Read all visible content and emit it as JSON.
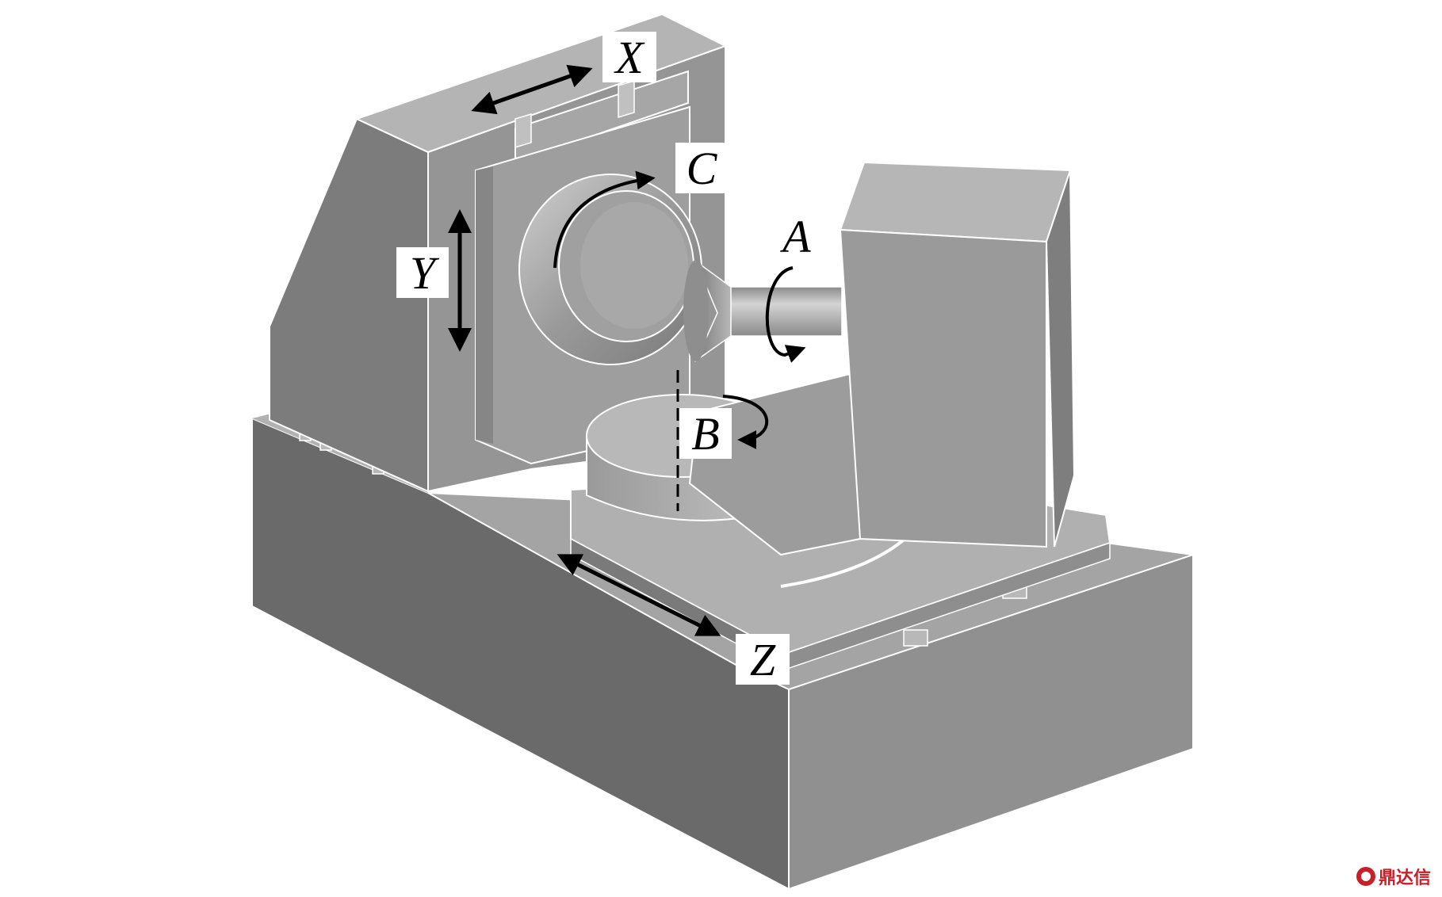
{
  "diagram": {
    "axes": {
      "x": "X",
      "y": "Y",
      "z": "Z",
      "a": "A",
      "b": "B",
      "c": "C"
    }
  },
  "watermark": {
    "text": "鼎达信"
  },
  "colors": {
    "shade_top": "#a8a8a8",
    "shade_front": "#8c8c8c",
    "shade_side": "#6c6c6c",
    "shade_dark": "#5a5a5a",
    "outline": "#ffffff",
    "arrow": "#000000",
    "brand": "#c8202a"
  }
}
